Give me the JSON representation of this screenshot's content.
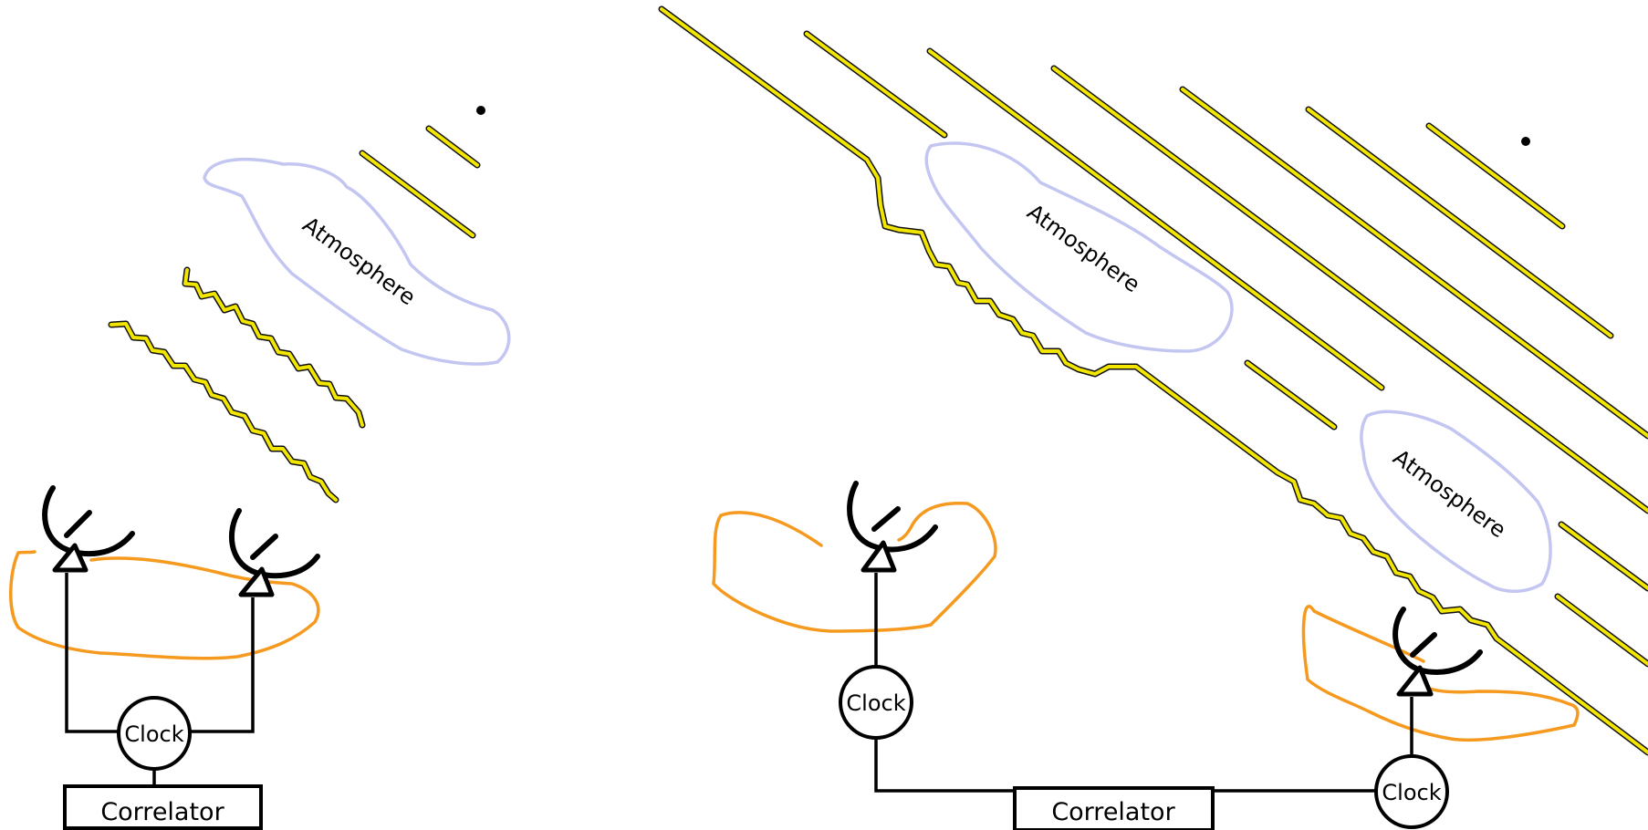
{
  "left_panel": {
    "atmosphere_label": "Atmosphere",
    "clock_label": "Clock",
    "correlator_label": "Correlator"
  },
  "right_panel": {
    "atmosphere_label_1": "Atmosphere",
    "atmosphere_label_2": "Atmosphere",
    "clock_label_1": "Clock",
    "clock_label_2": "Clock",
    "correlator_label": "Correlator"
  },
  "colors": {
    "wavefront": "#f2e600",
    "wavefront_outline": "#1a1a1a",
    "atmosphere": "#c4c6f2",
    "local_turbulence": "#f59a1e",
    "ink": "#000000"
  }
}
